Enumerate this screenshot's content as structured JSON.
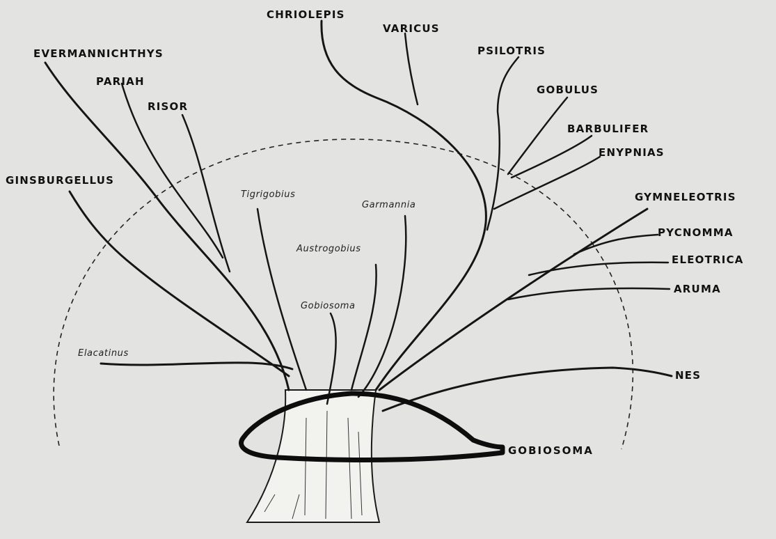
{
  "trunk_label": "GOBIOSOMA",
  "genera": [
    "CHRIOLEPIS",
    "VARICUS",
    "PSILOTRIS",
    "GOBULUS",
    "BARBULIFER",
    "ENYPNIAS",
    "EVERMANNICHTHYS",
    "PARIAH",
    "RISOR",
    "GINSBURGELLUS",
    "GYMNELEOTRIS",
    "PYCNOMMA",
    "ELEOTRICA",
    "ARUMA",
    "NES"
  ],
  "subgenera": [
    "Tigrigobius",
    "Garmannia",
    "Austrogobius",
    "Gobiosoma",
    "Elacatinus"
  ],
  "colors": {
    "background": "#e3e3e1",
    "ink": "#111111"
  }
}
